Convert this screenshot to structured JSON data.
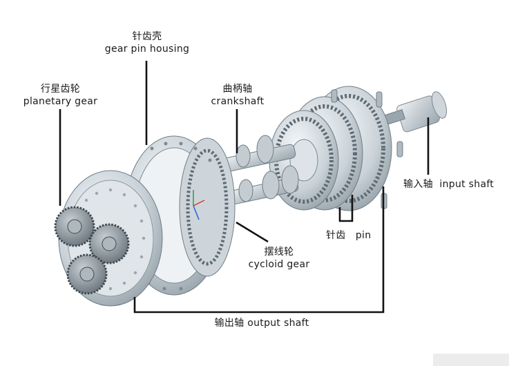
{
  "labels": {
    "gear_pin_housing": {
      "zh": "针齿壳",
      "en": "gear pin housing"
    },
    "planetary_gear": {
      "zh": "行星齿轮",
      "en": "planetary gear"
    },
    "crankshaft": {
      "zh": "曲柄轴",
      "en": "crankshaft"
    },
    "input_shaft": {
      "zh": "输入轴",
      "en": "input shaft"
    },
    "pin": {
      "zh": "针齿",
      "en": "pin"
    },
    "cycloid_gear": {
      "zh": "摆线轮",
      "en": "cycloid gear"
    },
    "output_shaft": {
      "zh": "输出轴",
      "en": "output shaft"
    }
  },
  "colors": {
    "metal_light": "#e4eaee",
    "metal_mid": "#b9c4cb",
    "metal_dark": "#6f7c85",
    "leader_line": "#111111"
  }
}
